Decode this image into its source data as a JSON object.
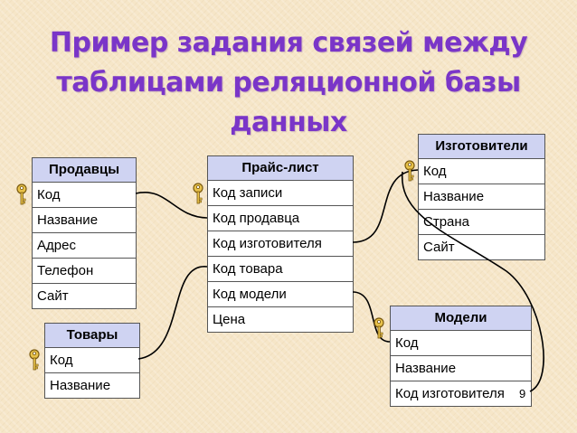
{
  "title_lines": [
    "Пример задания связей между",
    "таблицами реляционной базы",
    "данных"
  ],
  "tables": {
    "sellers": {
      "header": "Продавцы",
      "rows": [
        "Код",
        "Название",
        "Адрес",
        "Телефон",
        "Сайт"
      ]
    },
    "pricelist": {
      "header": "Прайс-лист",
      "rows": [
        "Код записи",
        "Код продавца",
        "Код изготовителя",
        "Код товара",
        "Код модели",
        "Цена"
      ]
    },
    "makers": {
      "header": "Изготовители",
      "rows": [
        "Код",
        "Название",
        "Страна",
        "Сайт"
      ]
    },
    "goods": {
      "header": "Товары",
      "rows": [
        "Код",
        "Название"
      ]
    },
    "models": {
      "header": "Модели",
      "rows": [
        "Код",
        "Название",
        "Код изготовителя"
      ]
    }
  },
  "page_number": "9",
  "colors": {
    "title": "#7a35c8",
    "header_bg": "#cfd3f2",
    "key": "#c9a227"
  }
}
